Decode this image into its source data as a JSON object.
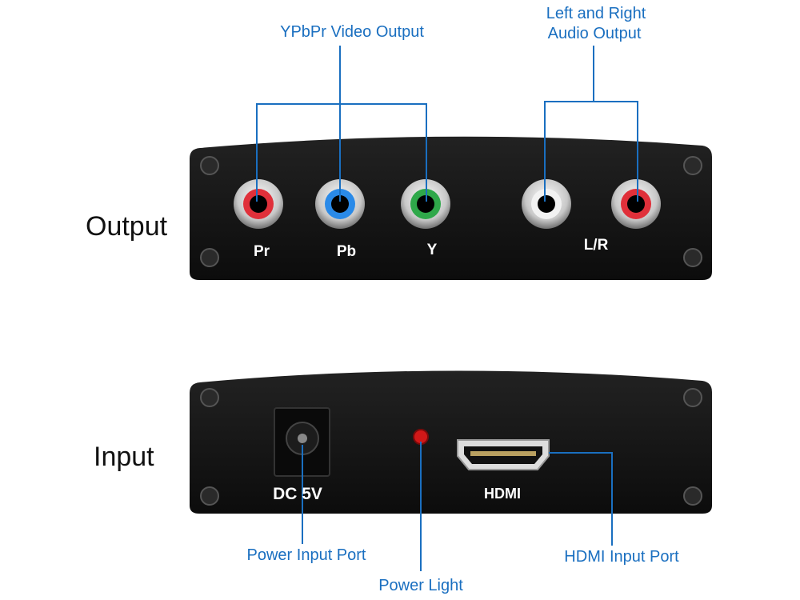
{
  "side_labels": {
    "output": "Output",
    "input": "Input"
  },
  "callouts": {
    "video_output": "YPbPr Video Output",
    "audio_output_line1": "Left and Right",
    "audio_output_line2": "Audio Output",
    "power_input_port": "Power Input Port",
    "power_light": "Power Light",
    "hdmi_input_port": "HDMI Input Port"
  },
  "ports": {
    "pr": "Pr",
    "pb": "Pb",
    "y": "Y",
    "lr": "L/R",
    "dc": "DC 5V",
    "hdmi": "HDMI"
  },
  "colors": {
    "callout": "#1a6fc0",
    "panel": "#151515",
    "pr": "#e0303a",
    "pb": "#2a8ae8",
    "y": "#2fa84a",
    "l": "#f2f2f2",
    "r": "#e0303a",
    "led": "#d01818"
  }
}
